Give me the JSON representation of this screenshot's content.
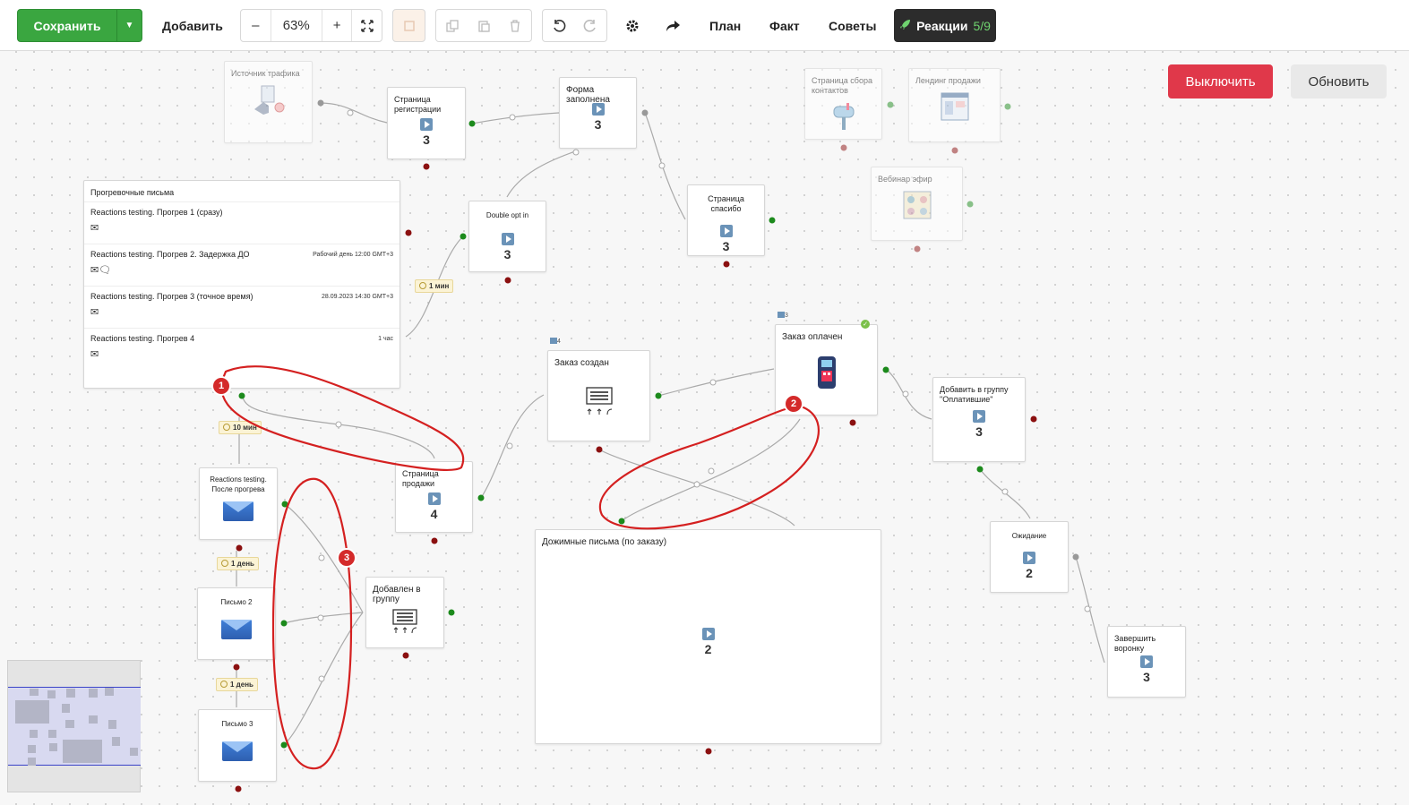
{
  "toolbar": {
    "save": "Сохранить",
    "add": "Добавить",
    "zoom_minus": "–",
    "zoom": "63%",
    "zoom_plus": "+",
    "plan": "План",
    "fact": "Факт",
    "tips": "Советы",
    "reactions": "Реакции",
    "reactions_count": "5/9"
  },
  "actions": {
    "disable": "Выключить",
    "refresh": "Обновить"
  },
  "nodes": {
    "traffic": {
      "title": "Источник трафика"
    },
    "registration": {
      "title": "Страница регистрации",
      "count": "3"
    },
    "form_filled": {
      "title": "Форма заполнена",
      "count": "3"
    },
    "contacts_page": {
      "title": "Страница сбора контактов"
    },
    "sales_landing": {
      "title": "Лендинг продажи"
    },
    "webinar": {
      "title": "Вебинар эфир"
    },
    "double_opt": {
      "title": "Double opt in",
      "count": "3"
    },
    "thanks": {
      "title": "Страница спасибо",
      "count": "3"
    },
    "warmup": {
      "title": "Прогревочные письма",
      "rows": [
        {
          "name": "Reactions testing. Прогрев 1 (сразу)",
          "time": "",
          "icons": "✉"
        },
        {
          "name": "Reactions testing. Прогрев 2. Задержка ДО",
          "time": "Рабочий день 12:00 GMT+3",
          "icons": "✉🗨"
        },
        {
          "name": "Reactions testing. Прогрев 3 (точное время)",
          "time": "28.09.2023 14:30 GMT+3",
          "icons": "✉"
        },
        {
          "name": "Reactions testing. Прогрев 4",
          "time": "1 час",
          "icons": "✉"
        }
      ]
    },
    "order_created": {
      "title": "Заказ создан",
      "tag": "4"
    },
    "order_paid": {
      "title": "Заказ оплачен",
      "tag": "3"
    },
    "add_group_paid": {
      "title": "Добавить в группу \"Оплатившие\"",
      "count": "3"
    },
    "after_warmup": {
      "title": "Reactions testing. После прогрева"
    },
    "sales_page": {
      "title": "Страница продажи",
      "count": "4"
    },
    "letter2": {
      "title": "Письмо 2"
    },
    "letter3": {
      "title": "Письмо 3"
    },
    "added_group": {
      "title": "Добавлен в группу"
    },
    "followup": {
      "title": "Дожимные письма (по заказу)",
      "count": "2"
    },
    "waiting": {
      "title": "Ожидание",
      "count": "2"
    },
    "finish": {
      "title": "Завершить воронку",
      "count": "3"
    }
  },
  "delays": {
    "d1": "1 мин",
    "d2": "10 мин",
    "d3": "1 день",
    "d4": "1 день"
  },
  "annotations": [
    "1",
    "2",
    "3"
  ]
}
